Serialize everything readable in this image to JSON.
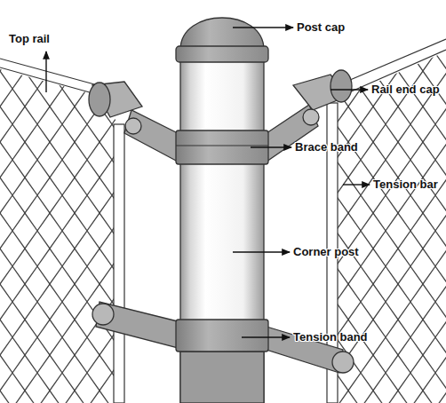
{
  "diagram": {
    "labels": [
      "Top rail",
      "Post cap",
      "Rail end cap",
      "Brace band",
      "Tension bar",
      "Corner post",
      "Tension band"
    ]
  }
}
